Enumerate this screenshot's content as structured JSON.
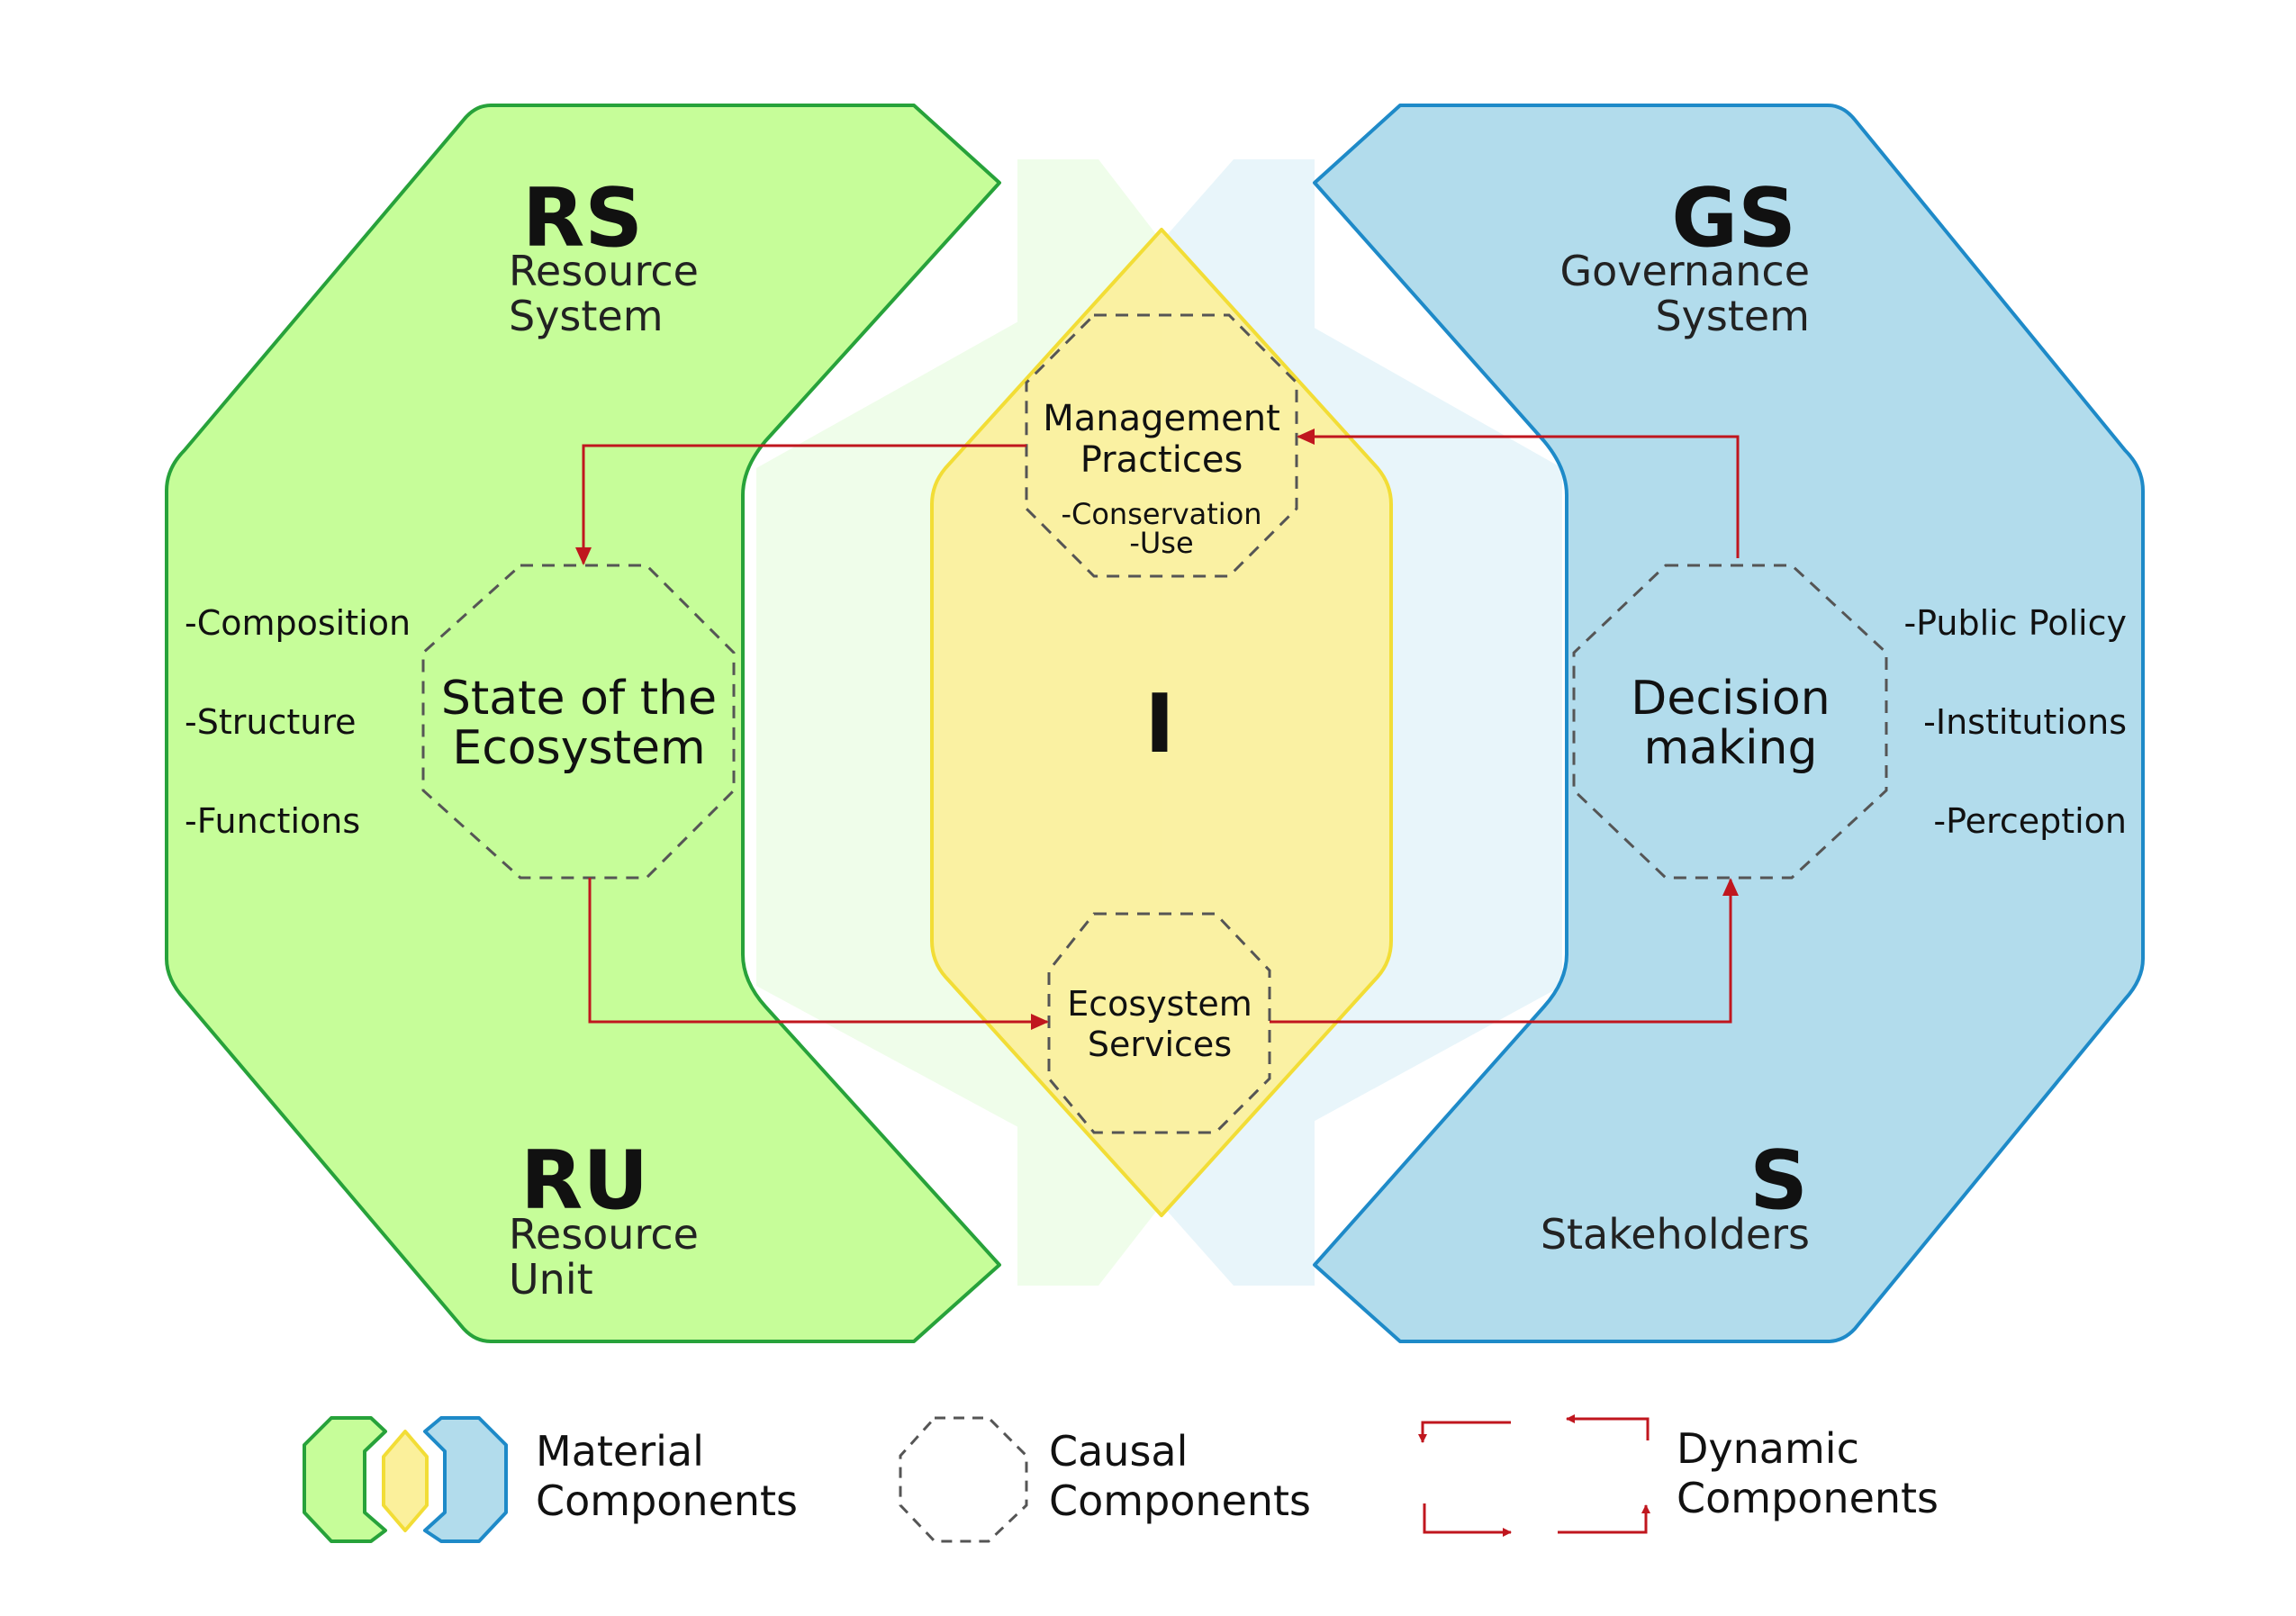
{
  "colors": {
    "green_fill": "#c6fd99",
    "green_stroke": "#27a23a",
    "blue_fill": "#b2dcec",
    "blue_stroke": "#1e8ac8",
    "yellow_fill": "#fbf09b",
    "yellow_stroke": "#f2dd36",
    "light_green": "#effdea",
    "light_blue": "#e8f5fa",
    "arrow": "#c0161e",
    "dashed": "#555555"
  },
  "rs": {
    "code": "RS",
    "line1": "Resource",
    "line2": "System"
  },
  "ru": {
    "code": "RU",
    "line1": "Resource",
    "line2": "Unit"
  },
  "gs": {
    "code": "GS",
    "line1": "Governance",
    "line2": "System"
  },
  "s": {
    "code": "S",
    "line1": "Stakeholders"
  },
  "i": {
    "code": "I"
  },
  "left_attributes": [
    "-Composition",
    "-Structure",
    "-Functions"
  ],
  "right_attributes": [
    "-Public Policy",
    "-Institutions",
    "-Perception"
  ],
  "nodes": {
    "state": {
      "line1": "State of the",
      "line2": "Ecosystem"
    },
    "decision": {
      "line1": "Decision",
      "line2": "making"
    },
    "management": {
      "line1": "Management",
      "line2": "Practices",
      "sub1": "-Conservation",
      "sub2": "-Use"
    },
    "services": {
      "line1": "Ecosystem",
      "line2": "Services"
    }
  },
  "legend": {
    "material": {
      "line1": "Material",
      "line2": "Components"
    },
    "causal": {
      "line1": "Causal",
      "line2": "Components"
    },
    "dynamic": {
      "line1": "Dynamic",
      "line2": "Components"
    }
  }
}
